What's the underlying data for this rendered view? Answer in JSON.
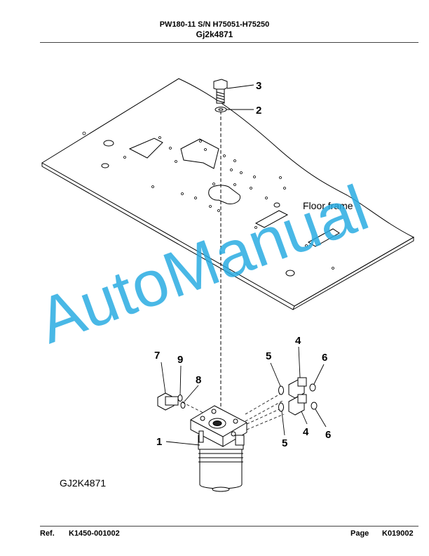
{
  "header": {
    "model": "PW180-11 S/N H75051-H75250",
    "code": "Gj2k4871"
  },
  "figure": {
    "id_label": "GJ2K4871",
    "floor_label": "Floor frame",
    "watermark": "AutoManual",
    "callouts": [
      "3",
      "2",
      "7",
      "9",
      "8",
      "5",
      "4",
      "6",
      "1",
      "4",
      "5",
      "6"
    ]
  },
  "footer": {
    "ref_label": "Ref.",
    "ref_value": "K1450-001002",
    "page_label": "Page",
    "page_value": "K019002"
  },
  "colors": {
    "watermark": "#29abe2",
    "line": "#000000"
  }
}
